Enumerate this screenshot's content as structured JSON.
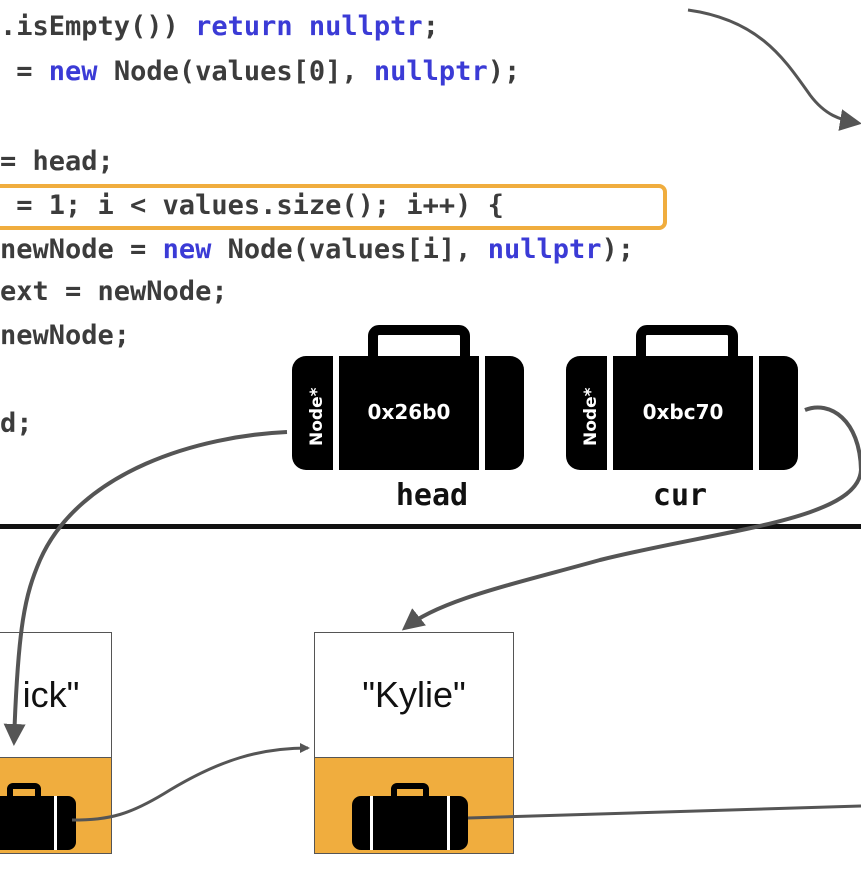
{
  "code": {
    "lines": [
      [
        {
          "t": ".isEmpty()) "
        },
        {
          "t": "return",
          "kw": true
        },
        {
          "t": " "
        },
        {
          "t": "nullptr",
          "kw": true
        },
        {
          "t": ";"
        }
      ],
      [
        {
          "t": " = "
        },
        {
          "t": "new",
          "kw": true
        },
        {
          "t": " Node(values[0], "
        },
        {
          "t": "nullptr",
          "kw": true
        },
        {
          "t": ");"
        }
      ],
      [
        {
          "t": ""
        }
      ],
      [
        {
          "t": "= head;"
        }
      ],
      [
        {
          "t": " = 1; i < values.size(); i++) {"
        }
      ],
      [
        {
          "t": "newNode = "
        },
        {
          "t": "new",
          "kw": true
        },
        {
          "t": " Node(values[i], "
        },
        {
          "t": "nullptr",
          "kw": true
        },
        {
          "t": ");"
        }
      ],
      [
        {
          "t": "ext = newNode;"
        }
      ],
      [
        {
          "t": "newNode;"
        }
      ],
      [
        {
          "t": ""
        }
      ],
      [
        {
          "t": "d;"
        }
      ]
    ],
    "highlighted_line": 4
  },
  "variables": [
    {
      "name": "head",
      "type": "Node*",
      "address": "0x26b0"
    },
    {
      "name": "cur",
      "type": "Node*",
      "address": "0xbc70"
    }
  ],
  "nodes": [
    {
      "value": "ick\""
    },
    {
      "value": "\"Kylie\""
    }
  ],
  "colors": {
    "keyword": "#3b3bd6",
    "highlight": "#f0ad3e",
    "node_next_fill": "#f0ad3e",
    "arrow": "#555555",
    "suitcase": "#000000"
  }
}
